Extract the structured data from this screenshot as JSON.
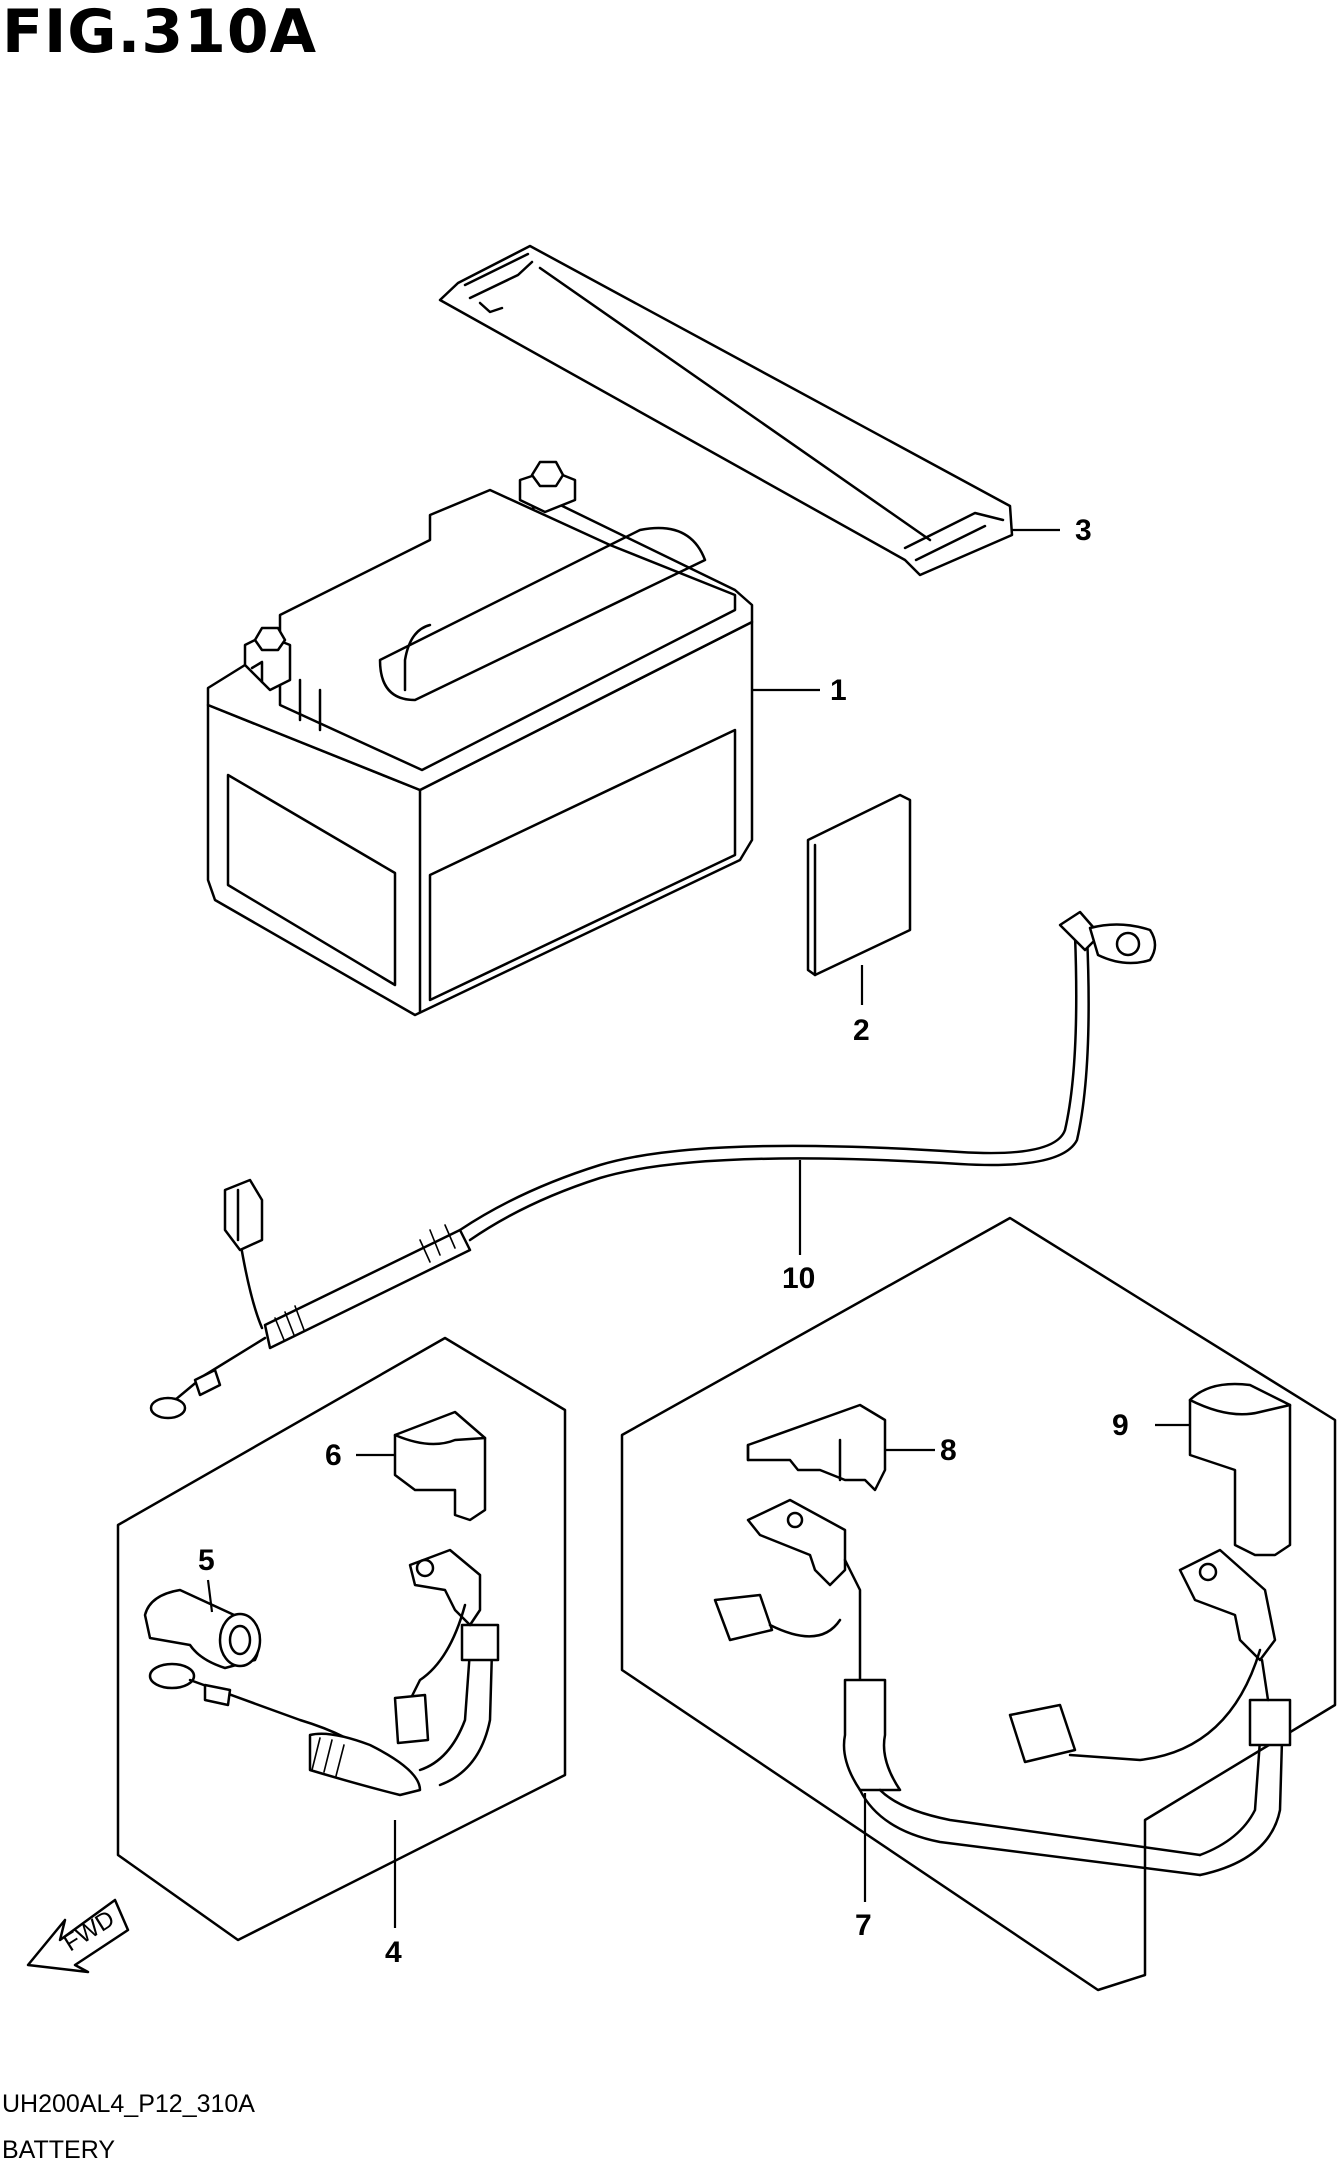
{
  "figure": {
    "title": "FIG.310A",
    "code": "UH200AL4_P12_310A",
    "name": "BATTERY"
  },
  "direction_label": "FWD",
  "callouts": [
    {
      "id": "1",
      "label": "1"
    },
    {
      "id": "2",
      "label": "2"
    },
    {
      "id": "3",
      "label": "3"
    },
    {
      "id": "4",
      "label": "4"
    },
    {
      "id": "5",
      "label": "5"
    },
    {
      "id": "6",
      "label": "6"
    },
    {
      "id": "7",
      "label": "7"
    },
    {
      "id": "8",
      "label": "8"
    },
    {
      "id": "9",
      "label": "9"
    },
    {
      "id": "10",
      "label": "10"
    }
  ]
}
